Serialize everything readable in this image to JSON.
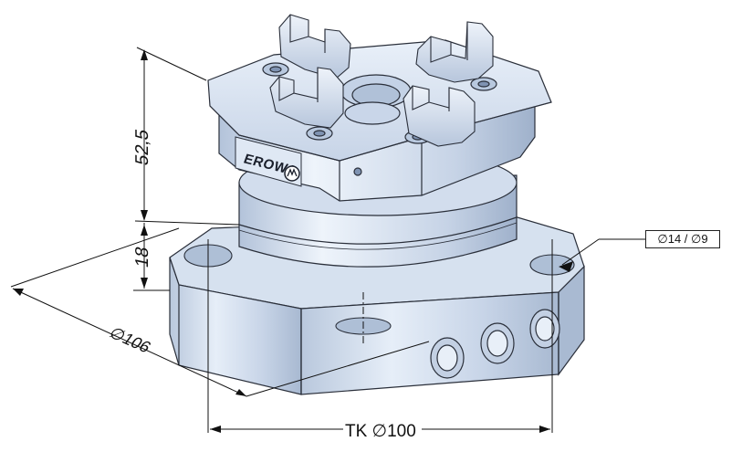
{
  "brand": "EROWA",
  "colors": {
    "body_light": "#e3ecf7",
    "body_mid": "#c9d6e9",
    "body_dark": "#a9bad2",
    "edge": "#2a2f3a",
    "dimension_line": "#111111"
  },
  "dimensions": {
    "height_upper": "52,5",
    "height_base": "18",
    "diameter_base": "∅106",
    "bolt_circle": "TK ∅100",
    "hole_spec": "∅14 / ∅9"
  }
}
